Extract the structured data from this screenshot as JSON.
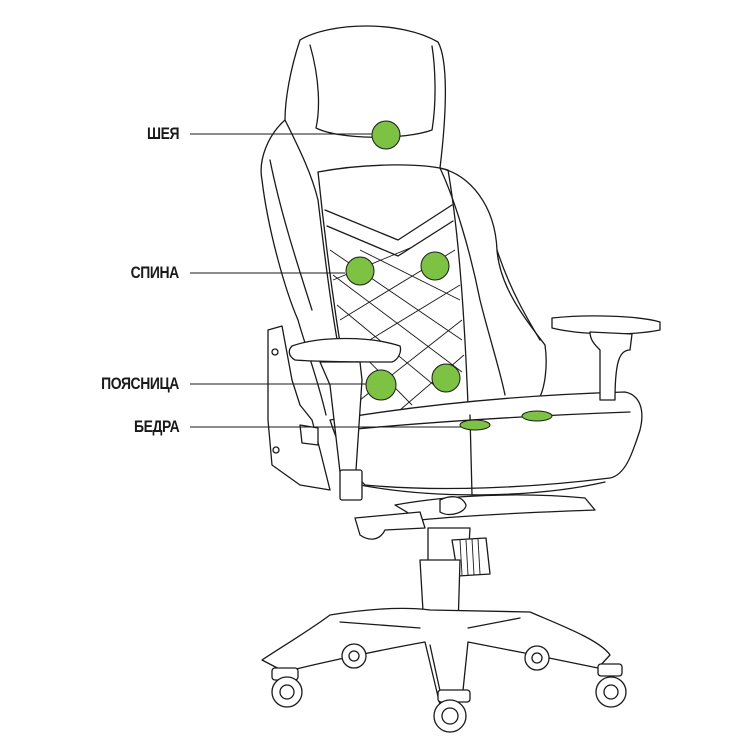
{
  "labels": {
    "neck": "ШЕЯ",
    "back": "СПИНА",
    "lumbar": "ПОЯСНИЦА",
    "thigh": "БЕДРА"
  },
  "colors": {
    "accent": "#7dc242",
    "line": "#1a1a1a",
    "background": "#ffffff"
  }
}
